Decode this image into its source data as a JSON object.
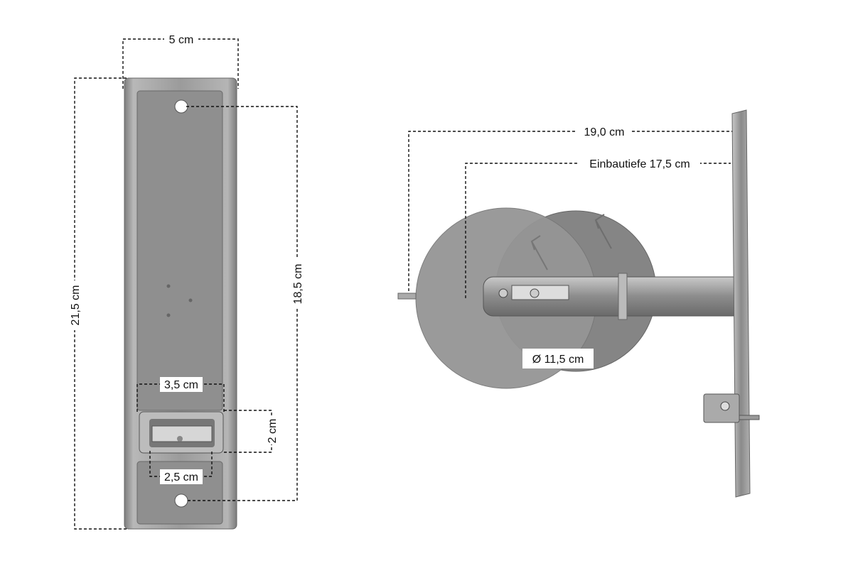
{
  "front_view": {
    "width_label": "5 cm",
    "height_label": "21,5 cm",
    "hole_spacing_label": "18,5 cm",
    "clip_width_label": "3,5 cm",
    "clip_height_label": "2 cm",
    "clip_inner_width_label": "2,5 cm"
  },
  "side_view": {
    "total_depth_label": "19,0 cm",
    "install_depth_label": "Einbautiefe 17,5 cm",
    "disc_diameter_label": "Ø 11,5 cm"
  },
  "colors": {
    "metal": "#9a9a9a",
    "metal_dark": "#6f6f6f",
    "disc": "#8e8e8e",
    "line": "#111111"
  }
}
